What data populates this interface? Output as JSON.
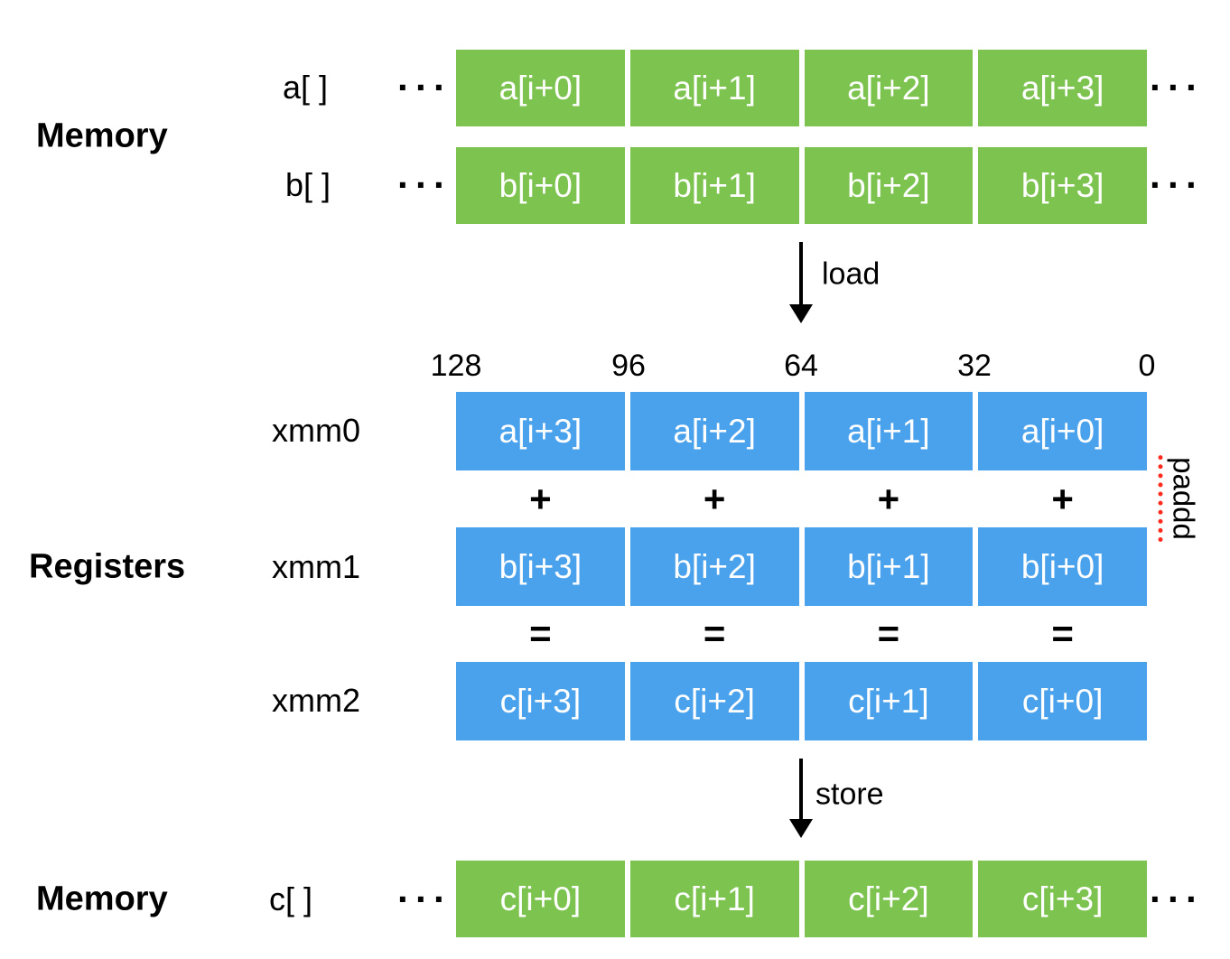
{
  "colors": {
    "block_green": "#7cc34f",
    "block_blue": "#4aa1ec",
    "underline_red": "#ff2b1e",
    "cell_text": "#ffffff",
    "text": "#000000"
  },
  "sections": {
    "memory_top": "Memory",
    "registers": "Registers",
    "memory_bottom": "Memory"
  },
  "ellipsis": "···",
  "bit_labels": [
    "128",
    "96",
    "64",
    "32",
    "0"
  ],
  "operators": {
    "plus": "+",
    "equals": "="
  },
  "arrows": {
    "load": "load",
    "store": "store"
  },
  "instruction": "paddd",
  "rows": {
    "a": {
      "label": "a[ ]",
      "cells": [
        "a[i+0]",
        "a[i+1]",
        "a[i+2]",
        "a[i+3]"
      ]
    },
    "b": {
      "label": "b[ ]",
      "cells": [
        "b[i+0]",
        "b[i+1]",
        "b[i+2]",
        "b[i+3]"
      ]
    },
    "xmm0": {
      "label": "xmm0",
      "cells": [
        "a[i+3]",
        "a[i+2]",
        "a[i+1]",
        "a[i+0]"
      ]
    },
    "xmm1": {
      "label": "xmm1",
      "cells": [
        "b[i+3]",
        "b[i+2]",
        "b[i+1]",
        "b[i+0]"
      ]
    },
    "xmm2": {
      "label": "xmm2",
      "cells": [
        "c[i+3]",
        "c[i+2]",
        "c[i+1]",
        "c[i+0]"
      ]
    },
    "c": {
      "label": "c[ ]",
      "cells": [
        "c[i+0]",
        "c[i+1]",
        "c[i+2]",
        "c[i+3]"
      ]
    }
  }
}
